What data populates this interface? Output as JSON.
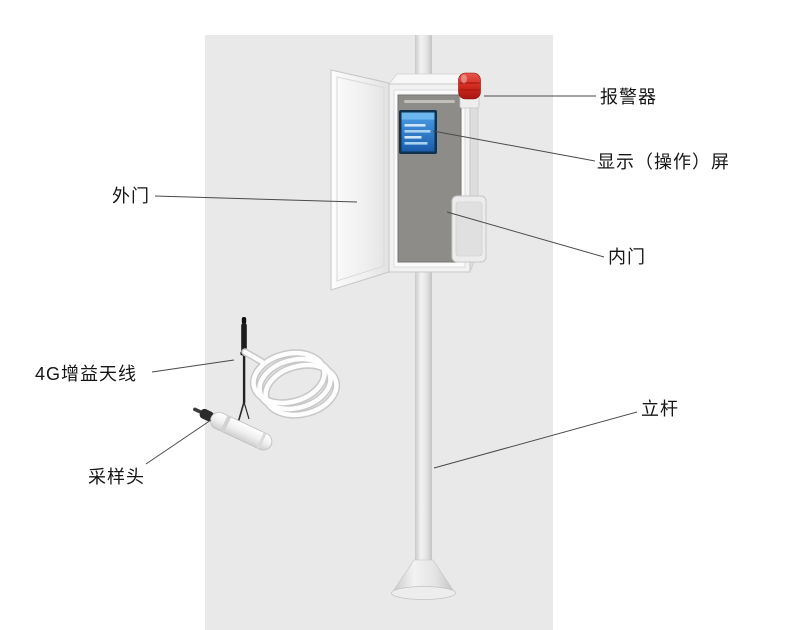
{
  "colors": {
    "backdrop": "#e9e9e9",
    "alarm_red": "#d12b1f",
    "screen_blue": "#2e86d8",
    "panel_gray": "#8d8c88",
    "leader_line": "#4a4a4a",
    "label_text": "#161616"
  },
  "callouts": [
    {
      "id": "alarm",
      "label": "报警器"
    },
    {
      "id": "screen",
      "label": "显示（操作）屏"
    },
    {
      "id": "outer_door",
      "label": "外门"
    },
    {
      "id": "inner_door",
      "label": "内门"
    },
    {
      "id": "antenna_4g",
      "label": "4G增益天线"
    },
    {
      "id": "sampling_head",
      "label": "采样头"
    },
    {
      "id": "pole",
      "label": "立杆"
    }
  ]
}
